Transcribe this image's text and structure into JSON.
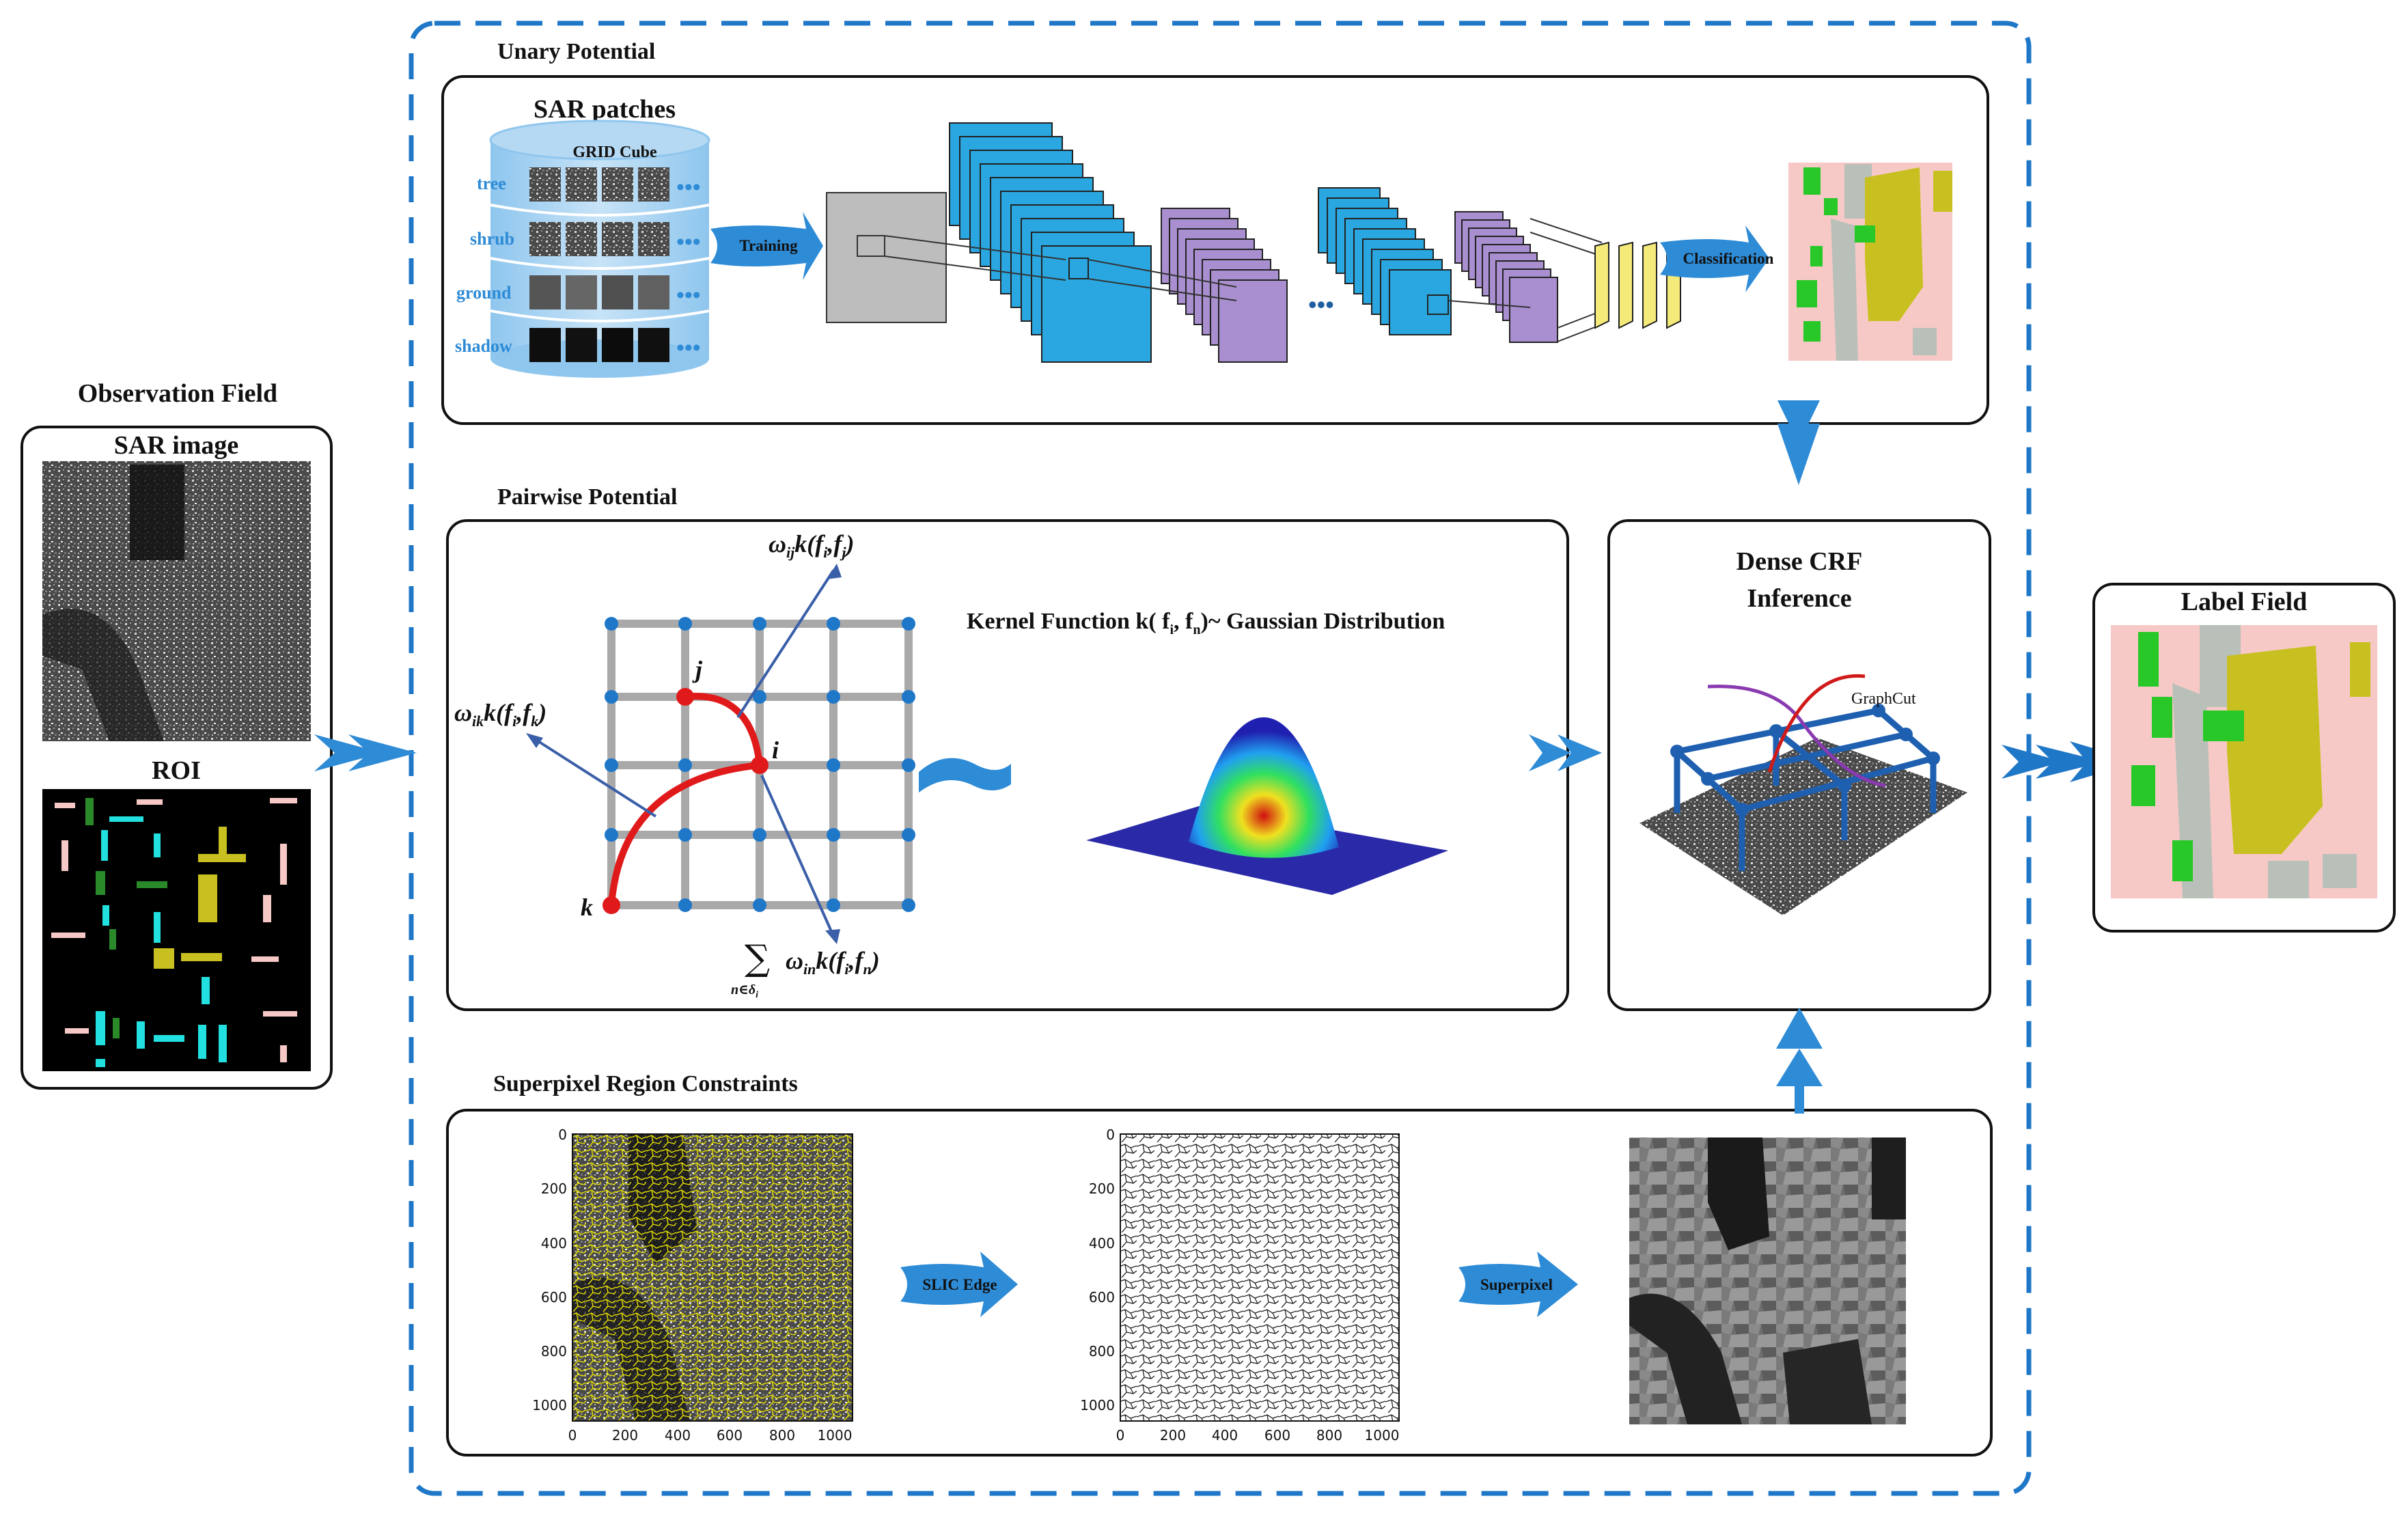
{
  "observation_field": {
    "title": "Observation Field",
    "sar_image_label": "SAR image",
    "roi_label": "ROI"
  },
  "unary_potential": {
    "title": "Unary Potential",
    "sar_patches_label": "SAR patches",
    "grid_cube_label": "GRID Cube",
    "classes": [
      "tree",
      "shrub",
      "ground",
      "shadow"
    ],
    "training_label": "Training",
    "classification_label": "Classification"
  },
  "pairwise_potential": {
    "title": "Pairwise Potential",
    "kernel_text": "Kernel Function k( f",
    "kernel_text_mid": ", f",
    "kernel_text_end": ")~ Gaussian Distribution",
    "node_labels": [
      "j",
      "i",
      "k"
    ],
    "omega_ij": "ω",
    "omega_ik": "ω",
    "sum_label": "∑"
  },
  "dense_crf": {
    "title_line1": "Dense CRF",
    "title_line2": "Inference",
    "graphcut_label": "GraphCut"
  },
  "label_field": {
    "title": "Label Field"
  },
  "superpixel": {
    "title": "Superpixel Region Constraints",
    "slic_edge_label": "SLIC Edge",
    "superpixel_label": "Superpixel",
    "y_ticks": [
      "0",
      "200",
      "400",
      "600",
      "800",
      "1000"
    ],
    "x_ticks": [
      "0",
      "200",
      "400",
      "600",
      "800",
      "1000"
    ]
  },
  "colors": {
    "dashed_border": "#1f77c8",
    "arrow_blue": "#2e8bd6",
    "cnn_blue": "#2aa7e0",
    "cnn_purple": "#a98fd0",
    "cnn_yellow": "#f4ea7a",
    "grid_gray": "#a9a9a9",
    "node_blue": "#1f77c8",
    "path_red": "#e01a1a",
    "label_pink": "#f7c9c6",
    "label_olive": "#c8c020",
    "label_green": "#28c828",
    "label_gray": "#b9c0b9"
  },
  "icons": [
    "right-arrow-icon",
    "down-arrow-icon",
    "up-arrow-icon",
    "database-cylinder-icon",
    "gaussian-surface-icon",
    "tilde-icon"
  ]
}
